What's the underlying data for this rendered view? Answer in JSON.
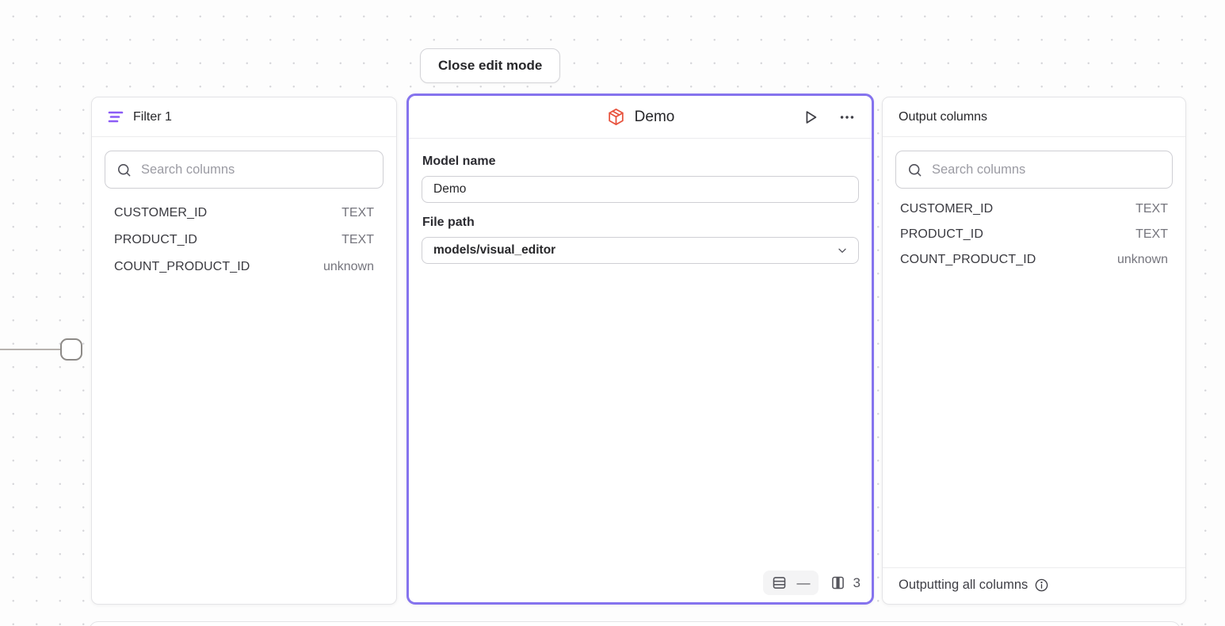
{
  "toolbar": {
    "close_edit_label": "Close edit mode"
  },
  "filter_panel": {
    "title": "Filter 1",
    "search_placeholder": "Search columns",
    "columns": [
      {
        "name": "CUSTOMER_ID",
        "type": "TEXT"
      },
      {
        "name": "PRODUCT_ID",
        "type": "TEXT"
      },
      {
        "name": "COUNT_PRODUCT_ID",
        "type": "unknown"
      }
    ]
  },
  "model_panel": {
    "title": "Demo",
    "model_name_label": "Model name",
    "model_name_value": "Demo",
    "file_path_label": "File path",
    "file_path_value": "models/visual_editor",
    "row_count": "—",
    "column_count": "3"
  },
  "output_panel": {
    "title": "Output columns",
    "search_placeholder": "Search columns",
    "columns": [
      {
        "name": "CUSTOMER_ID",
        "type": "TEXT"
      },
      {
        "name": "PRODUCT_ID",
        "type": "TEXT"
      },
      {
        "name": "COUNT_PRODUCT_ID",
        "type": "unknown"
      }
    ],
    "footer_text": "Outputting all columns"
  },
  "icons": {
    "filter": "filter-lines-icon",
    "cube": "model-cube-icon",
    "play": "run-model-icon",
    "ellipsis": "more-options-icon",
    "search": "search-icon",
    "chevron": "chevron-down-icon",
    "rows": "row-count-icon",
    "columns": "column-count-icon",
    "info": "info-icon"
  },
  "colors": {
    "selected_border": "#8573ee",
    "filter_icon_purple": "#8b5cf6",
    "cube_orange": "#e8543f",
    "panel_border": "#e4e4e7",
    "text_dark": "#27272a",
    "text_gray": "#75757d"
  }
}
